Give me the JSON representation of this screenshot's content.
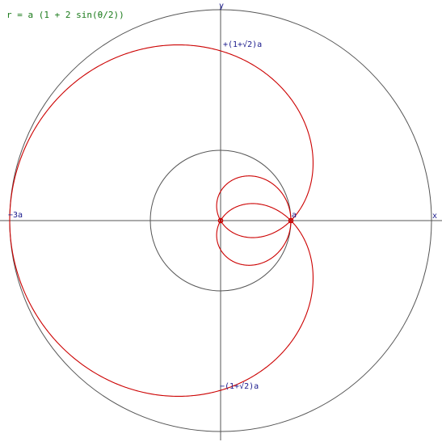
{
  "formula": "r = a (1 + 2 sin(θ/2))",
  "labels": {
    "y_axis": "y",
    "x_axis": "x",
    "top_value": "+(1+√2)a",
    "bottom_value": "−(1+√2)a",
    "left_value": "−3a",
    "a_value": "a"
  },
  "colors": {
    "curve": "#cc0000",
    "axes": "#555555",
    "circles": "#555555",
    "labels": "#1a1a8c",
    "formula": "#1a7a1a"
  },
  "curve": {
    "equation": "r = a(1 + 2 sin(θ/2))",
    "a": 1,
    "theta_range": [
      0,
      12.566
    ]
  },
  "circles": [
    {
      "radius_in_a": 1
    },
    {
      "radius_in_a": 3
    }
  ],
  "points": [
    {
      "name": "origin",
      "x": 0,
      "y": 0
    },
    {
      "name": "a-point",
      "x": 1,
      "y": 0
    }
  ]
}
